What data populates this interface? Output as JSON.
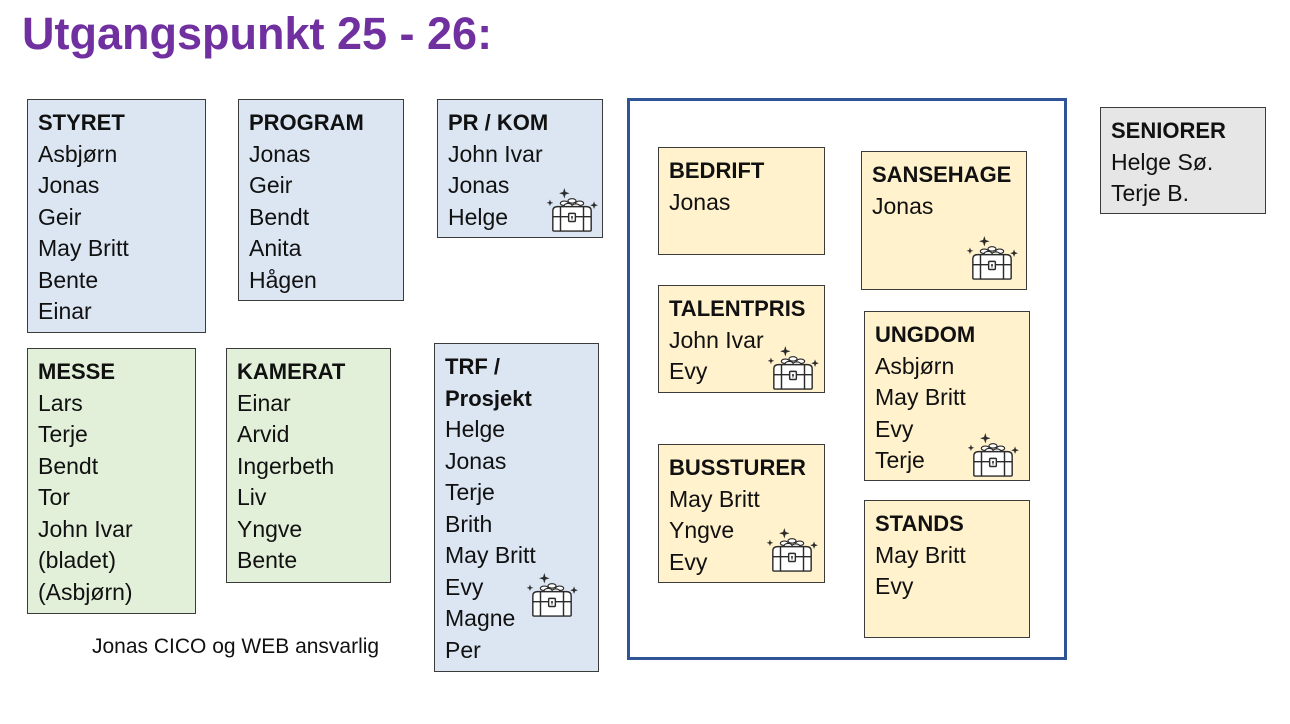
{
  "title": "Utgangspunkt 25 - 26:",
  "groups": {
    "styret": {
      "title": "STYRET",
      "members": [
        "Asbjørn",
        "Jonas",
        "Geir",
        "May Britt",
        "Bente",
        "Einar"
      ]
    },
    "program": {
      "title": "PROGRAM",
      "members": [
        "Jonas",
        "Geir",
        "Bendt",
        "Anita",
        "Hågen"
      ]
    },
    "pr_kom": {
      "title": "PR / KOM",
      "members": [
        "John Ivar",
        "Jonas",
        "Helge"
      ],
      "icon": "treasure-chest-icon"
    },
    "messe": {
      "title": "MESSE",
      "members": [
        "Lars",
        "Terje",
        "Bendt",
        "Tor",
        "John Ivar",
        "(bladet)",
        "(Asbjørn)"
      ]
    },
    "kamerat": {
      "title": "KAMERAT",
      "members": [
        "Einar",
        "Arvid",
        "Ingerbeth",
        "Liv",
        "Yngve",
        "Bente"
      ]
    },
    "trf_prosjekt": {
      "title": "TRF / Prosjekt",
      "members": [
        "Helge",
        "Jonas",
        "Terje",
        "Brith",
        "May Britt",
        "Evy",
        "Magne",
        "Per"
      ],
      "icon": "treasure-chest-icon"
    },
    "seniorer": {
      "title": "SENIORER",
      "members": [
        "Helge Sø.",
        "Terje B."
      ]
    }
  },
  "framed_groups": {
    "bedrift": {
      "title": "BEDRIFT",
      "members": [
        "Jonas"
      ]
    },
    "sansehage": {
      "title": "SANSEHAGE",
      "members": [
        "Jonas"
      ],
      "icon": "treasure-chest-icon"
    },
    "talentpris": {
      "title": "TALENTPRIS",
      "members": [
        "John Ivar",
        "Evy"
      ],
      "icon": "treasure-chest-icon"
    },
    "ungdom": {
      "title": "UNGDOM",
      "members": [
        "Asbjørn",
        "May Britt",
        "Evy",
        "Terje"
      ],
      "icon": "treasure-chest-icon"
    },
    "bussturer": {
      "title": "BUSSTURER",
      "members": [
        "May Britt",
        "Yngve",
        "Evy"
      ],
      "icon": "treasure-chest-icon"
    },
    "stands": {
      "title": "STANDS",
      "members": [
        "May Britt",
        "Evy"
      ]
    }
  },
  "footnote": "Jonas CICO og WEB ansvarlig",
  "colors": {
    "title": "#7030A0",
    "blue_box": "#DCE6F2",
    "green_box": "#E2F0D9",
    "yellow_box": "#FFF2CC",
    "gray_box": "#E7E6E6",
    "frame_border": "#2F5597"
  }
}
